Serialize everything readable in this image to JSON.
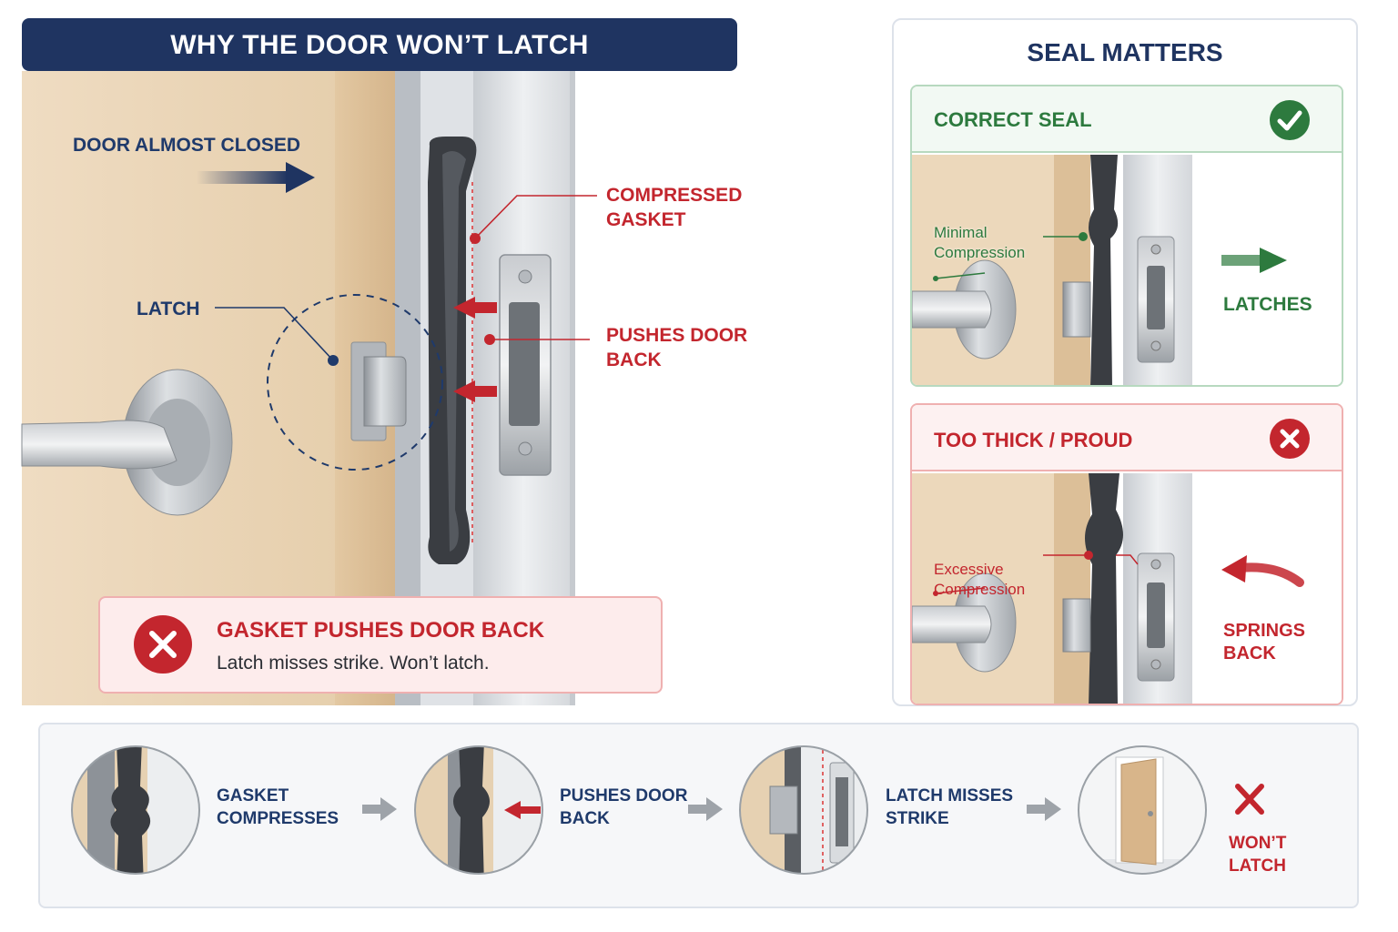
{
  "header": {
    "title": "WHY THE DOOR WON’T LATCH"
  },
  "main": {
    "door_label": "DOOR ALMOST CLOSED",
    "latch_label": "LATCH",
    "compressed_label": [
      "COMPRESSED",
      "GASKET"
    ],
    "pushes_label": [
      "PUSHES DOOR",
      "BACK"
    ],
    "callout": {
      "title": "GASKET PUSHES DOOR BACK",
      "text": "Latch misses strike. Won’t latch."
    }
  },
  "panel": {
    "title": "SEAL MATTERS",
    "correct": {
      "title": "CORRECT SEAL",
      "note": [
        "Minimal",
        "Compression"
      ],
      "result": "LATCHES"
    },
    "wrong": {
      "title": "TOO THICK / PROUD",
      "note": [
        "Excessive",
        "Compression"
      ],
      "result": [
        "SPRINGS",
        "BACK"
      ]
    }
  },
  "steps": [
    {
      "label": [
        "GASKET",
        "COMPRESSES"
      ]
    },
    {
      "label": [
        "PUSHES DOOR",
        "BACK"
      ]
    },
    {
      "label": [
        "LATCH MISSES",
        "STRIKE"
      ]
    },
    {
      "label": [
        "WON’T",
        "LATCH"
      ]
    }
  ],
  "colors": {
    "navy": "#1f3461",
    "red": "#c3262e",
    "green": "#2d7a3e",
    "door": "#e9d3b4"
  }
}
